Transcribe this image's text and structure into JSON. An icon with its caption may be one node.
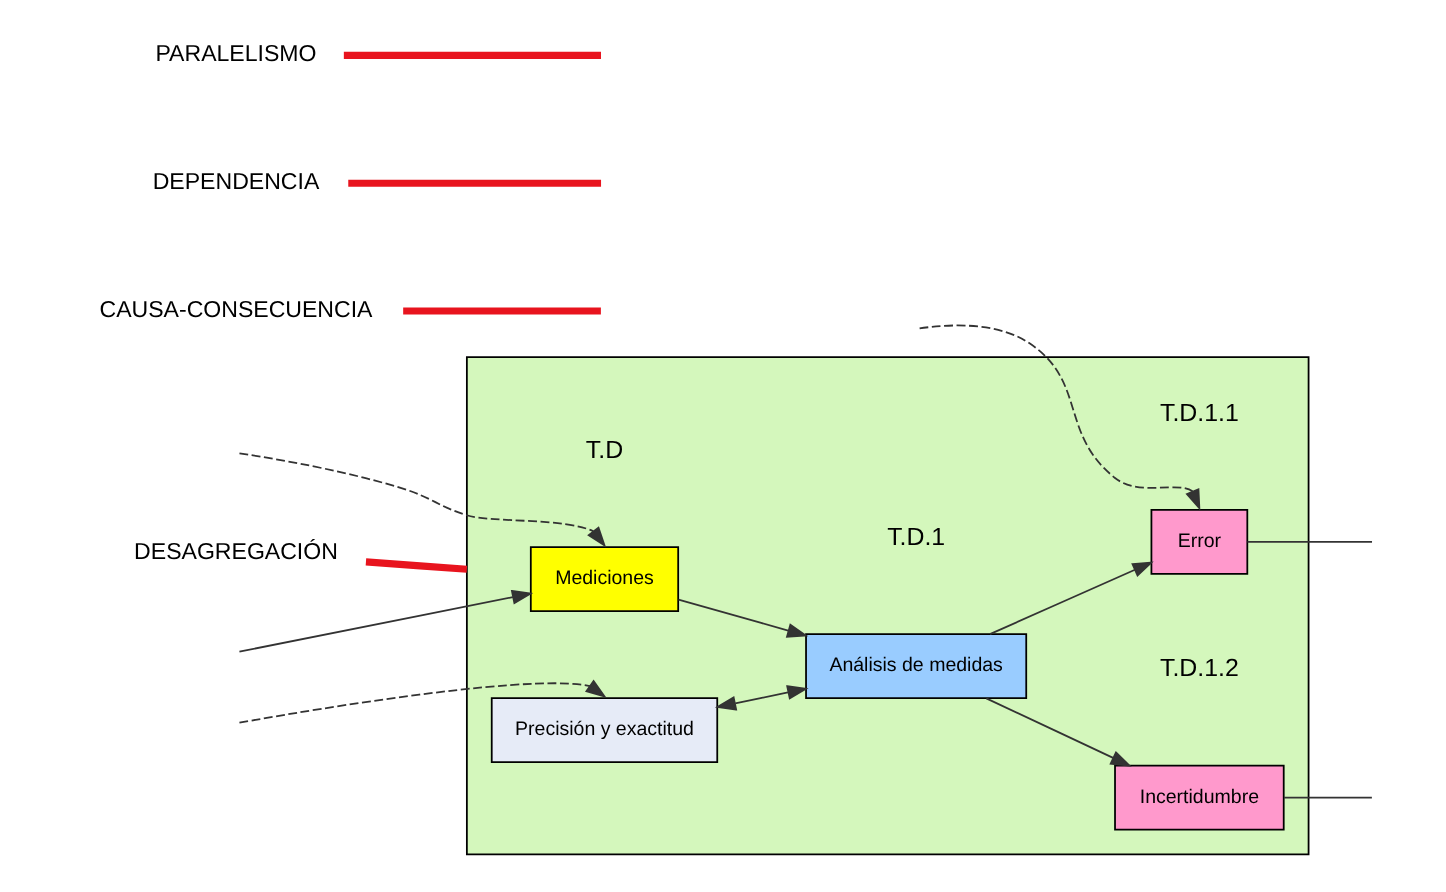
{
  "diagram": {
    "nodes": [
      {
        "text": [],
        "shape": "box"
      },
      {
        "text": [
          "Mediciones"
        ],
        "beside": [
          "T.D"
        ],
        "in": 0
      },
      {
        "text": [
          "Precisión y exactitud"
        ],
        "in": 0
      },
      {
        "text": [
          "Análisis de medidas"
        ],
        "beside": [
          "T.D.1"
        ],
        "in": 0
      },
      {
        "text": [
          "Error"
        ],
        "beside": [
          "T.D.1.1"
        ],
        "in": 0
      },
      {
        "text": [
          "Incertidumbre"
        ],
        "beside": [
          "T.D.1.2"
        ],
        "in": 0
      },
      {
        "text": [
          "CAUSA-CONSECUENCIA"
        ]
      },
      {
        "text": [
          "DEPENDENCIA"
        ]
      },
      {
        "text": [
          "PARALELISMO"
        ]
      },
      {
        "text": [
          "DESAGREGACIÓN"
        ]
      }
    ],
    "edges": [
      {
        "from": null,
        "to": 1,
        "arrow": "to",
        "style": "dashed"
      },
      {
        "from": null,
        "to": 1,
        "arrow": "to"
      },
      {
        "from": null,
        "to": 2,
        "arrow": "to",
        "style": "dashed"
      },
      {
        "from": 1,
        "to": 3,
        "arrow": "to"
      },
      {
        "from": 2,
        "to": 3,
        "arrow": "both"
      },
      {
        "from": 3,
        "to": 4,
        "arrow": "to"
      },
      {
        "from": 3,
        "to": 5,
        "arrow": "to"
      },
      {
        "from": null,
        "to": 4,
        "arrow": "to",
        "style": "dashed"
      },
      {
        "from": 4,
        "to": null,
        "arrow": "none"
      },
      {
        "from": 5,
        "to": null,
        "arrow": "none"
      },
      {
        "from": 6,
        "to": null,
        "arrow": "none",
        "style": "thick",
        "color": "#e8141e"
      },
      {
        "from": 7,
        "to": null,
        "arrow": "none",
        "style": "thick",
        "color": "#e8141e"
      },
      {
        "from": 8,
        "to": null,
        "arrow": "none",
        "style": "thick",
        "color": "#e8141e"
      },
      {
        "from": 9,
        "to": 0,
        "arrow": "none",
        "style": "thick",
        "color": "#e8141e"
      }
    ]
  }
}
